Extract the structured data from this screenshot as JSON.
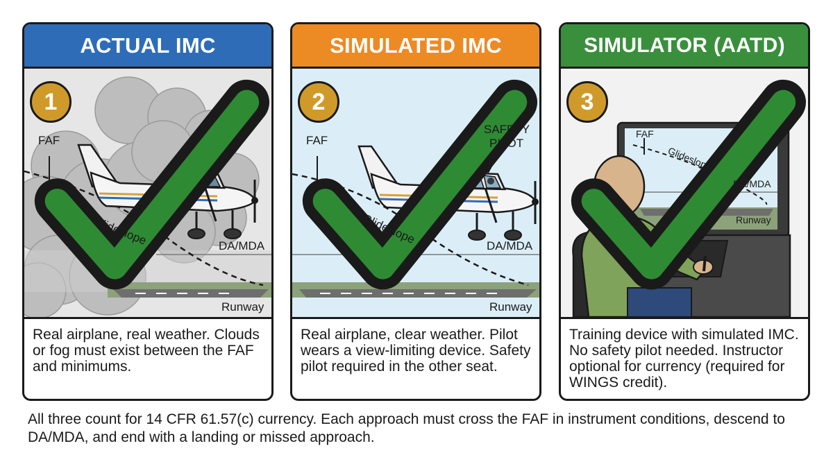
{
  "colors": {
    "actual": "#2e6cb8",
    "simulated": "#ec8a24",
    "simulator": "#3a8f3d",
    "badge": "#d09a2a",
    "check": "#2f8a34"
  },
  "panels": [
    {
      "title": "ACTUAL IMC",
      "number": "1",
      "faf": "FAF",
      "glideslope": "Glideslope",
      "da_mda": "DA/MDA",
      "runway": "Runway",
      "description": "Real airplane, real weather. Clouds or fog must exist between the FAF and minimums."
    },
    {
      "title": "SIMULATED IMC",
      "number": "2",
      "faf": "FAF",
      "glideslope": "Glideslope",
      "da_mda": "DA/MDA",
      "runway": "Runway",
      "safety_pilot_line1": "SAFETY",
      "safety_pilot_line2": "PILOT",
      "description": "Real airplane, clear weather. Pilot wears a view-limiting device. Safety pilot required in the other seat."
    },
    {
      "title": "SIMULATOR (AATD)",
      "number": "3",
      "faf": "FAF",
      "glideslope": "Glideslope",
      "da_mda": "DA/MDA",
      "runway": "Runway",
      "description": "Training device with simulated IMC. No safety pilot needed. Instructor optional for currency (required for WINGS credit)."
    }
  ],
  "footer": "All three count for 14 CFR 61.57(c) currency. Each approach must cross the FAF in instrument conditions, descend to DA/MDA, and end with a landing or missed approach."
}
